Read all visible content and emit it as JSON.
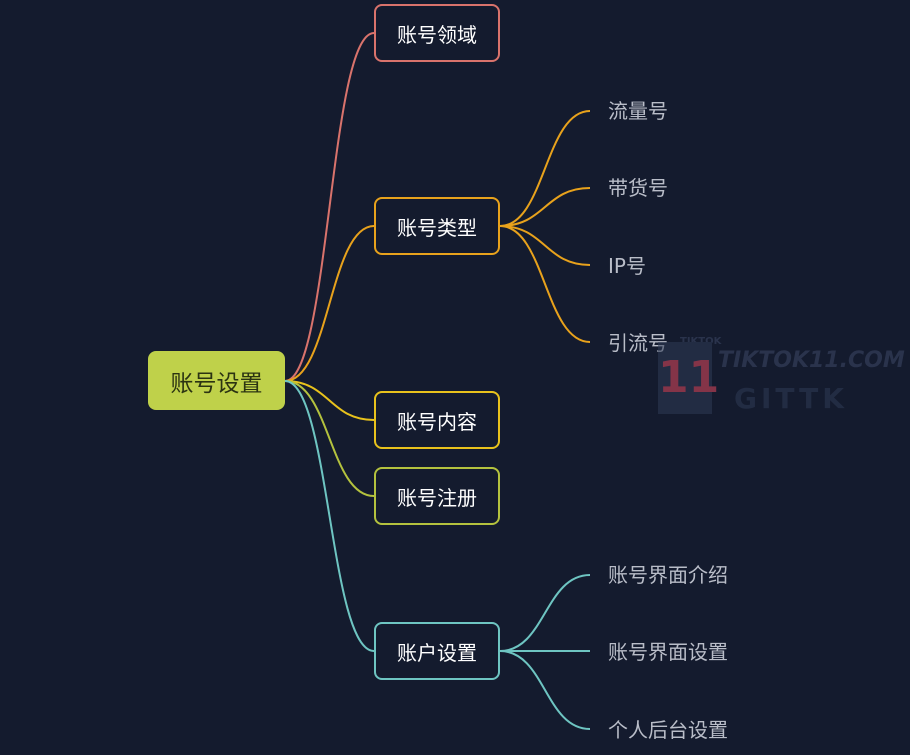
{
  "root": {
    "label": "账号设置",
    "color": "#bfd14a"
  },
  "branches": [
    {
      "label": "账号领域",
      "color": "#d9736c",
      "children": []
    },
    {
      "label": "账号类型",
      "color": "#e8a21c",
      "children": [
        "流量号",
        "带货号",
        "IP号",
        "引流号"
      ]
    },
    {
      "label": "账号内容",
      "color": "#e8c21c",
      "children": []
    },
    {
      "label": "账号注册",
      "color": "#b4c23e",
      "children": []
    },
    {
      "label": "账户设置",
      "color": "#6ec5c2",
      "children": [
        "账号界面介绍",
        "账号界面设置",
        "个人后台设置"
      ]
    }
  ],
  "watermark": {
    "number": "11",
    "brand": "TIKTOK11.COM",
    "sub": "GITTK",
    "small": "TIKTOK"
  }
}
